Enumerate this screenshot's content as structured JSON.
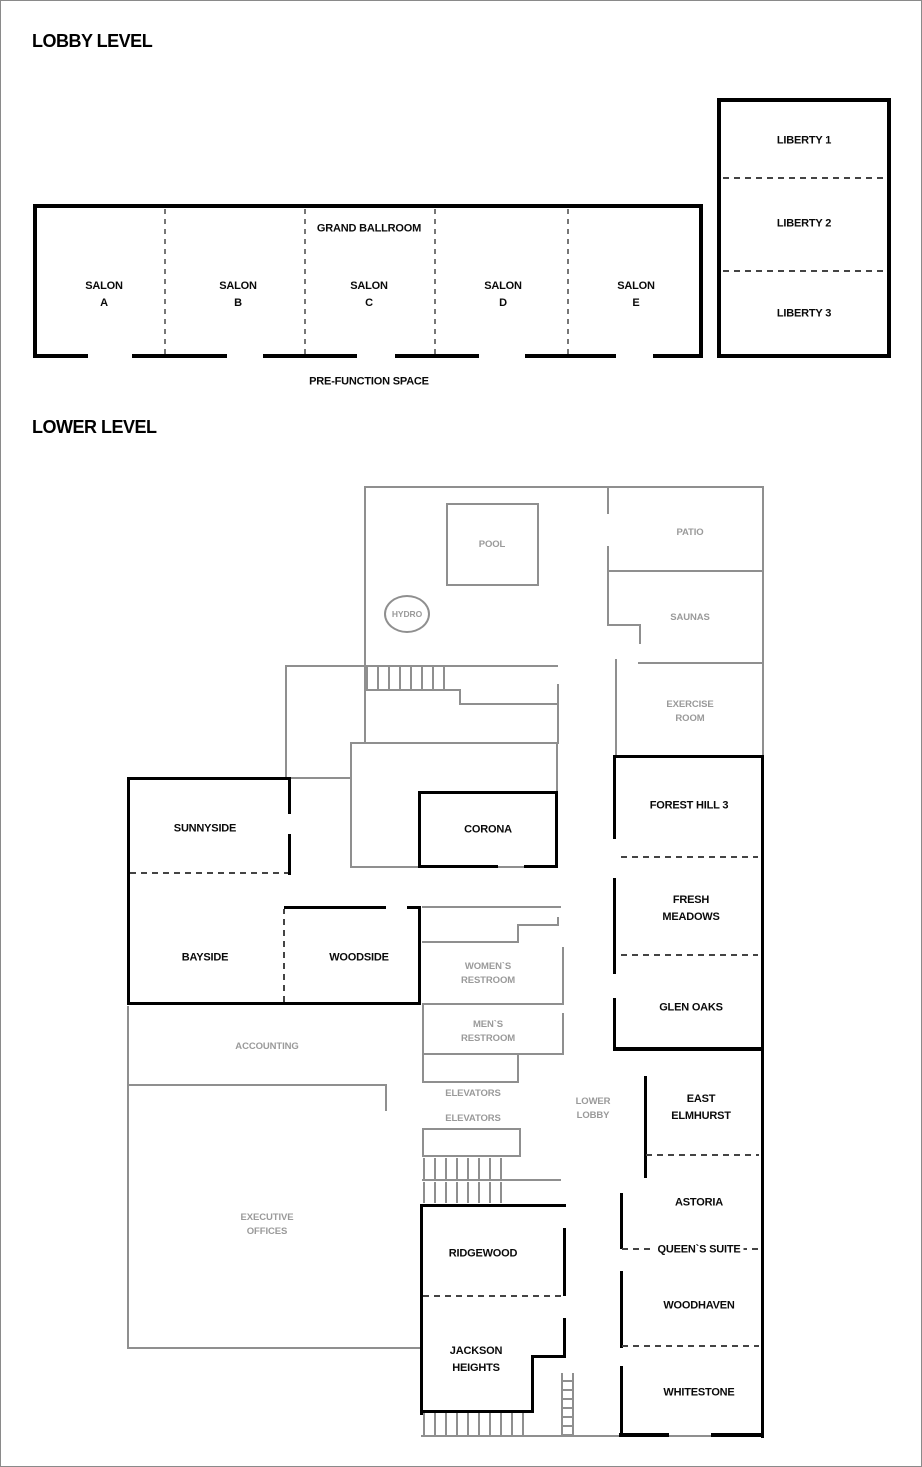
{
  "lobby_level": {
    "title": "LOBBY LEVEL",
    "grand_ballroom_label": "GRAND BALLROOM",
    "pre_function_label": "PRE-FUNCTION SPACE",
    "salons": [
      {
        "line1": "SALON",
        "line2": "A"
      },
      {
        "line1": "SALON",
        "line2": "B"
      },
      {
        "line1": "SALON",
        "line2": "C"
      },
      {
        "line1": "SALON",
        "line2": "D"
      },
      {
        "line1": "SALON",
        "line2": "E"
      }
    ],
    "liberty_rooms": [
      {
        "label": "LIBERTY 1"
      },
      {
        "label": "LIBERTY 2"
      },
      {
        "label": "LIBERTY 3"
      }
    ]
  },
  "lower_level": {
    "title": "LOWER LEVEL",
    "meeting_rooms": {
      "sunnyside": "SUNNYSIDE",
      "bayside": "BAYSIDE",
      "woodside": "WOODSIDE",
      "corona": "CORONA",
      "forest_hill": "FOREST HILL 3",
      "fresh_meadows_line1": "FRESH",
      "fresh_meadows_line2": "MEADOWS",
      "glen_oaks": "GLEN OAKS",
      "east_elmhurst_line1": "EAST",
      "east_elmhurst_line2": "ELMHURST",
      "astoria": "ASTORIA",
      "queens_suite": "QUEEN`S SUITE",
      "woodhaven": "WOODHAVEN",
      "whitestone": "WHITESTONE",
      "ridgewood": "RIDGEWOOD",
      "jackson_heights_line1": "JACKSON",
      "jackson_heights_line2": "HEIGHTS"
    },
    "service_areas": {
      "pool": "POOL",
      "patio": "PATIO",
      "hydro": "HYDRO",
      "saunas": "SAUNAS",
      "exercise_line1": "EXERCISE",
      "exercise_line2": "ROOM",
      "womens_line1": "WOMEN`S",
      "womens_line2": "RESTROOM",
      "mens_line1": "MEN`S",
      "mens_line2": "RESTROOM",
      "elevators_upper": "ELEVATORS",
      "elevators_lower": "ELEVATORS",
      "lower_lobby_line1": "LOWER",
      "lower_lobby_line2": "LOBBY",
      "accounting": "ACCOUNTING",
      "executive_line1": "EXECUTIVE",
      "executive_line2": "OFFICES"
    }
  },
  "colors": {
    "wall": "#000000",
    "gray_wall": "#8f8f8f",
    "gray_text": "#9a9a9a",
    "dashed": "#444444"
  }
}
